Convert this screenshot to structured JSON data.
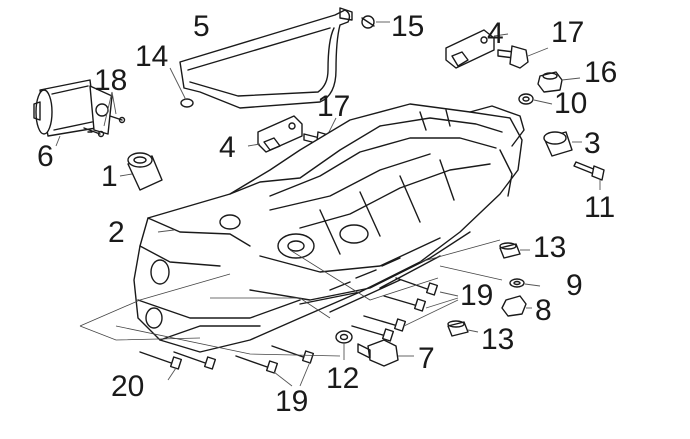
{
  "callouts": [
    {
      "id": "1",
      "text": "1"
    },
    {
      "id": "2",
      "text": "2"
    },
    {
      "id": "3",
      "text": "3"
    },
    {
      "id": "4a",
      "text": "4"
    },
    {
      "id": "4b",
      "text": "4"
    },
    {
      "id": "5",
      "text": "5"
    },
    {
      "id": "6",
      "text": "6"
    },
    {
      "id": "7",
      "text": "7"
    },
    {
      "id": "8",
      "text": "8"
    },
    {
      "id": "9",
      "text": "9"
    },
    {
      "id": "10",
      "text": "10"
    },
    {
      "id": "11",
      "text": "11"
    },
    {
      "id": "12",
      "text": "12"
    },
    {
      "id": "13a",
      "text": "13"
    },
    {
      "id": "13b",
      "text": "13"
    },
    {
      "id": "14",
      "text": "14"
    },
    {
      "id": "15",
      "text": "15"
    },
    {
      "id": "16",
      "text": "16"
    },
    {
      "id": "17a",
      "text": "17"
    },
    {
      "id": "17b",
      "text": "17"
    },
    {
      "id": "18",
      "text": "18"
    },
    {
      "id": "19a",
      "text": "19"
    },
    {
      "id": "19b",
      "text": "19"
    },
    {
      "id": "20",
      "text": "20"
    }
  ]
}
